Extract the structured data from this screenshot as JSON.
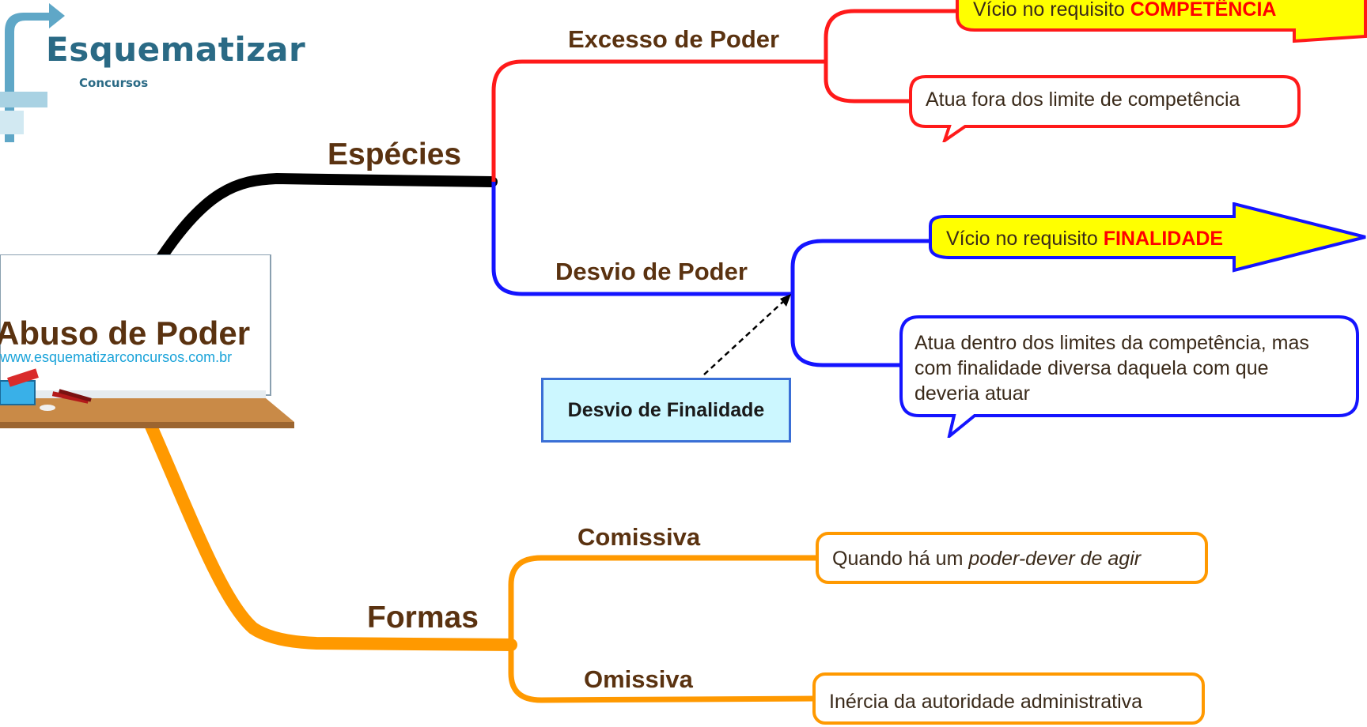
{
  "logo": {
    "name": "Esquematizar",
    "subtitle": "Concursos"
  },
  "central": {
    "title": "Abuso de Poder",
    "url": "www.esquematizarconcursos.com.br"
  },
  "branches": {
    "especies": {
      "label": "Espécies",
      "excesso": {
        "label": "Excesso de Poder",
        "arrow_prefix": "Vício no requisito ",
        "arrow_highlight": "COMPETÊNCIA",
        "callout": "Atua fora dos limite de competência"
      },
      "desvio": {
        "label": "Desvio de Poder",
        "arrow_prefix": "Vício no requisito ",
        "arrow_highlight": "FINALIDADE",
        "callout": "Atua dentro dos limites da competência, mas com finalidade diversa daquela com que deveria atuar",
        "note": "Desvio de Finalidade"
      }
    },
    "formas": {
      "label": "Formas",
      "comissiva": {
        "label": "Comissiva",
        "callout_prefix": "Quando há um ",
        "callout_italic": "poder-dever de agir"
      },
      "omissiva": {
        "label": "Omissiva",
        "callout": "Inércia da autoridade administrativa"
      }
    }
  },
  "colors": {
    "especies_branch": "#000000",
    "excesso_branch": "#ff1a1a",
    "desvio_branch": "#1414ff",
    "formas_branch": "#ff9900",
    "arrow_fill": "#ffff00",
    "label_text": "#5a3210",
    "note_fill": "#ccf7ff"
  }
}
